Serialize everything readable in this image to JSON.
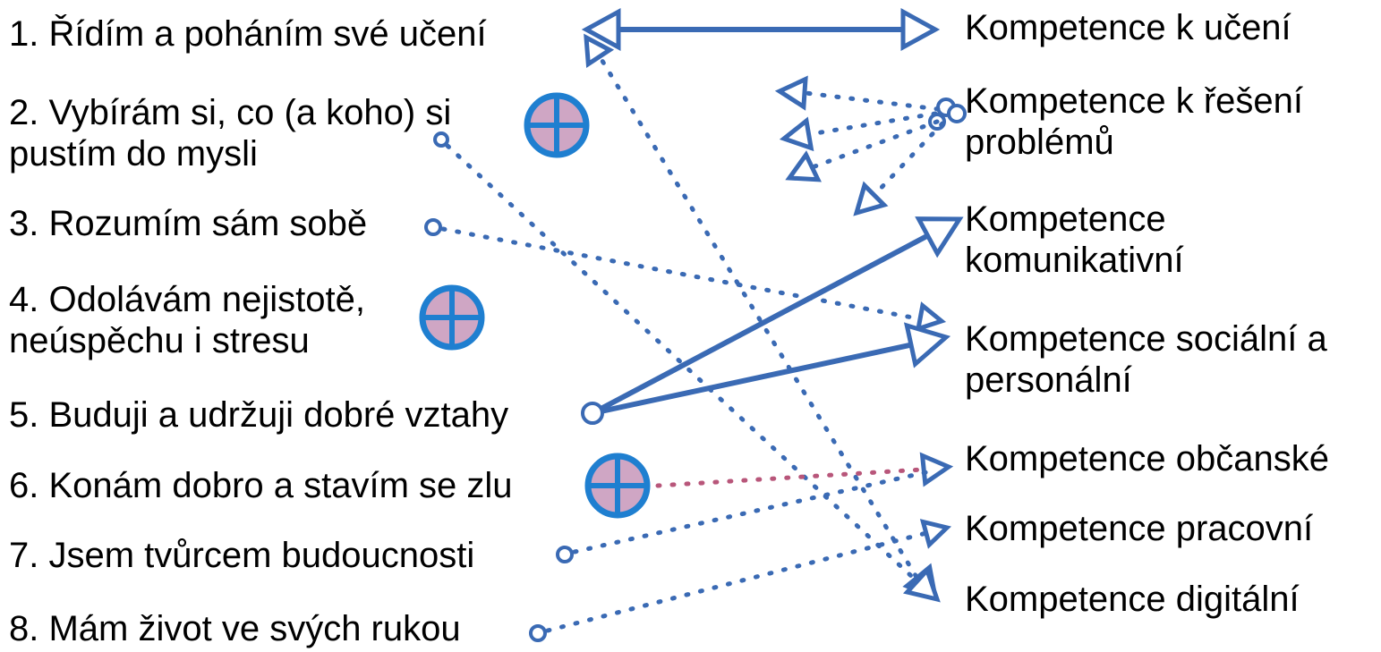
{
  "left_items": [
    {
      "lines": [
        "1. Řídím a poháním své učení"
      ]
    },
    {
      "lines": [
        "2. Vybírám si, co (a koho) si",
        "pustím do mysli"
      ]
    },
    {
      "lines": [
        "3. Rozumím sám sobě"
      ]
    },
    {
      "lines": [
        "4. Odolávám nejistotě,",
        "neúspěchu i stresu"
      ]
    },
    {
      "lines": [
        "5. Buduji a udržuji dobré vztahy"
      ]
    },
    {
      "lines": [
        "6. Konám dobro a stavím se zlu"
      ]
    },
    {
      "lines": [
        "7. Jsem tvůrcem budoucnosti"
      ]
    },
    {
      "lines": [
        "8. Mám život ve svých rukou"
      ]
    }
  ],
  "right_items": [
    {
      "lines": [
        "Kompetence k učení"
      ]
    },
    {
      "lines": [
        "Kompetence k řešení",
        "problémů"
      ]
    },
    {
      "lines": [
        "Kompetence",
        "komunikativní"
      ]
    },
    {
      "lines": [
        "Kompetence sociální a",
        "personální"
      ]
    },
    {
      "lines": [
        "Kompetence občanské"
      ]
    },
    {
      "lines": [
        "Kompetence pracovní"
      ]
    },
    {
      "lines": [
        "Kompetence digitální"
      ]
    }
  ],
  "plus_markers": [
    {
      "item": 2,
      "symbol": "plus-circle-icon"
    },
    {
      "item": 4,
      "symbol": "plus-circle-icon"
    },
    {
      "item": 6,
      "symbol": "plus-circle-icon"
    }
  ],
  "connections": [
    {
      "from": "left-1",
      "to": "right-1",
      "style": "solid",
      "bidirectional": true
    },
    {
      "from": "left-1",
      "to": "right-7",
      "style": "dotted"
    },
    {
      "from": "left-2",
      "to": "right-7",
      "style": "dotted"
    },
    {
      "from": "left-3",
      "to": "right-4",
      "style": "dotted"
    },
    {
      "from": "left-5",
      "to": "right-3",
      "style": "solid"
    },
    {
      "from": "left-5",
      "to": "right-4",
      "style": "solid"
    },
    {
      "from": "left-6",
      "to": "right-5",
      "style": "dotted",
      "color": "pink"
    },
    {
      "from": "left-7",
      "to": "right-5",
      "style": "dotted"
    },
    {
      "from": "left-8",
      "to": "right-6",
      "style": "dotted"
    },
    {
      "from": "right-2",
      "to": "unlabelled",
      "style": "dotted"
    },
    {
      "from": "right-2",
      "to": "unlabelled",
      "style": "dotted"
    },
    {
      "from": "right-2",
      "to": "unlabelled",
      "style": "dotted"
    },
    {
      "from": "right-2",
      "to": "unlabelled",
      "style": "dotted"
    }
  ],
  "colors": {
    "blue": "#3a6ab4",
    "marker_blue": "#1f7fd0",
    "marker_fill": "#cfa6c4",
    "pink": "#b8567a",
    "text": "#000000"
  }
}
